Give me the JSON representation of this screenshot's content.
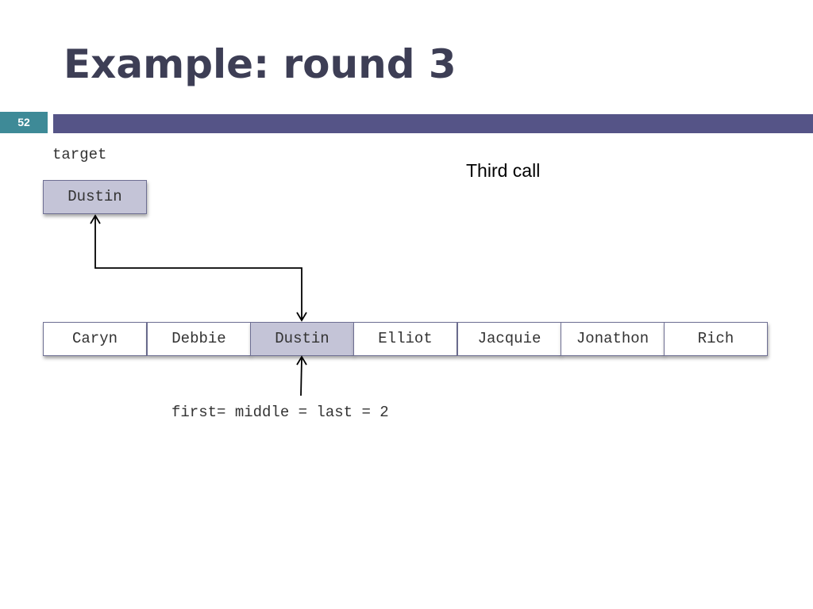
{
  "slide": {
    "title": "Example: round 3",
    "number": "52",
    "accent_color": "#555487",
    "number_badge_color": "#3e8a97"
  },
  "target": {
    "label": "target",
    "value": "Dustin"
  },
  "call_label": "Third call",
  "array": {
    "cells": [
      "Caryn",
      "Debbie",
      "Dustin",
      "Elliot",
      "Jacquie",
      "Jonathon",
      "Rich"
    ],
    "highlighted_index": 2,
    "highlight_color": "#c4c4d7"
  },
  "index_label": "first= middle = last = 2"
}
